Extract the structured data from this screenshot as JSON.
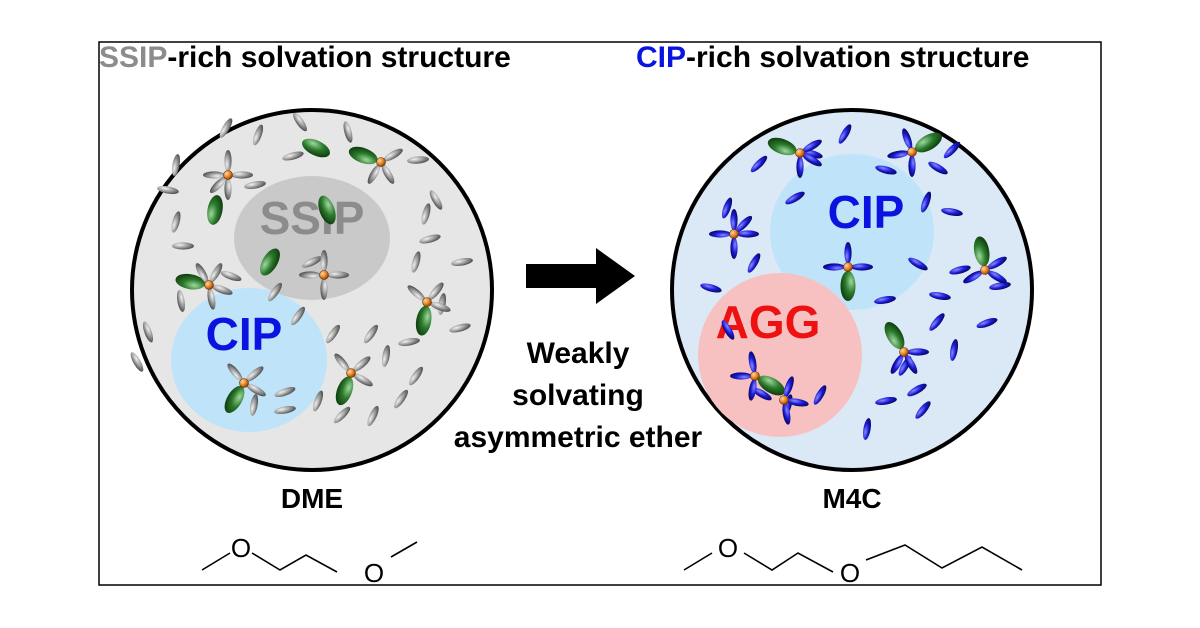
{
  "left_panel": {
    "heading_prefix": "SSIP",
    "heading_suffix": "-rich solvation structure",
    "region_labels": [
      "SSIP",
      "CIP"
    ],
    "solvent_name": "DME",
    "structure_oxygen_label": "O"
  },
  "right_panel": {
    "heading_prefix": "CIP",
    "heading_suffix": "-rich solvation structure",
    "region_labels": [
      "CIP",
      "AGG"
    ],
    "solvent_name": "M4C",
    "structure_oxygen_label": "O"
  },
  "transition": {
    "caption_lines": [
      "Weakly",
      "solvating",
      "asymmetric ether"
    ]
  },
  "colors": {
    "ssip_text": "#8c8c8c",
    "cip_text": "#0a14e0",
    "agg_text": "#ee1111",
    "left_fill": "#e6e6e6",
    "right_fill": "#dbe8f6",
    "ssip_region": "#c9c9c9",
    "cip_region": "#bfe3f9",
    "agg_region": "#f7c1c1",
    "left_solvent": "#9a9a9a",
    "right_solvent": "#1a1ad6",
    "anion": "#2c7a2c",
    "cation": "#e07a1c"
  }
}
